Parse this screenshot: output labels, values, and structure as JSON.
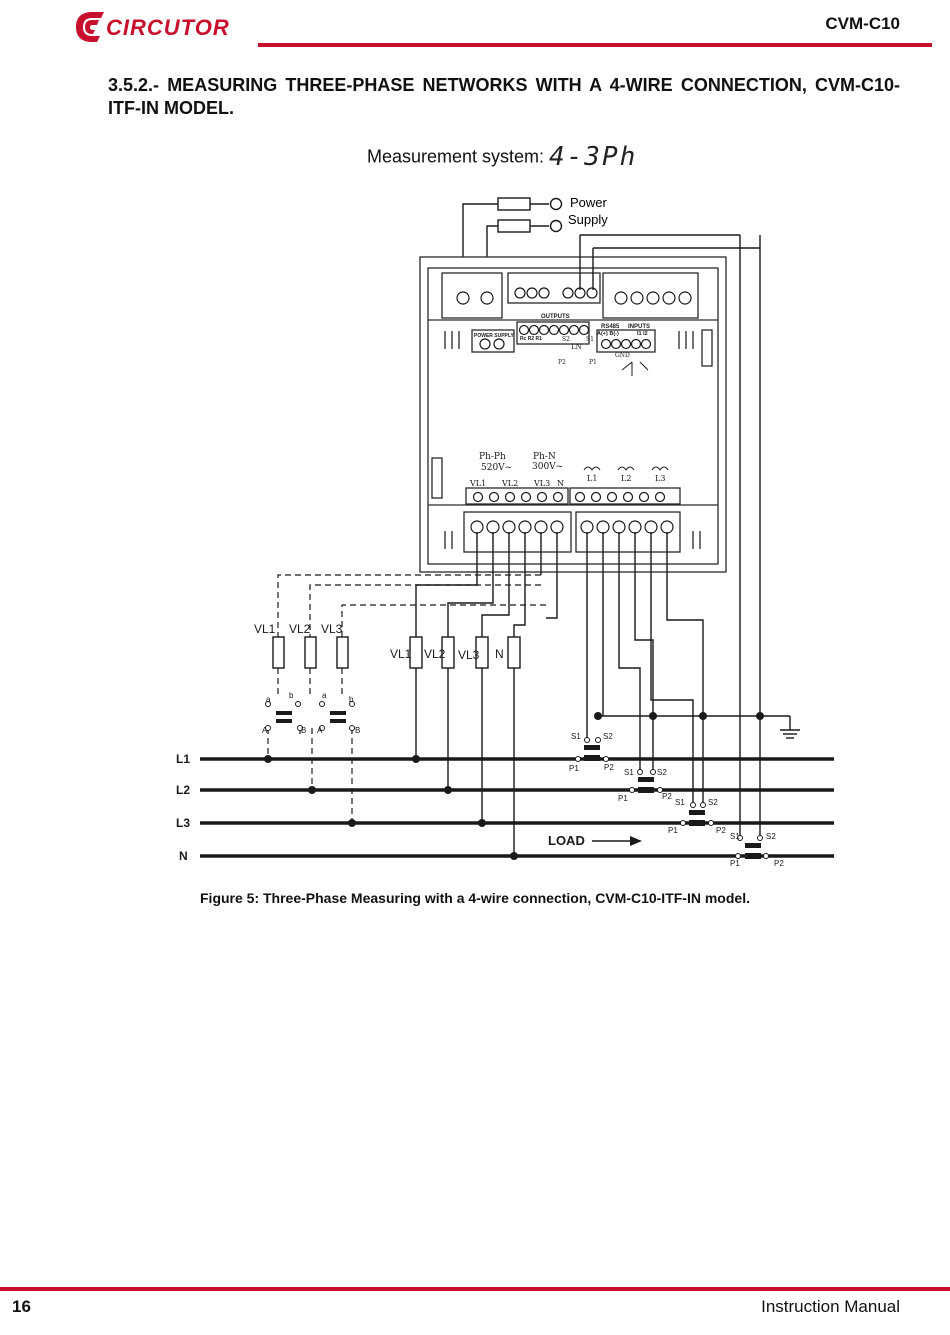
{
  "header": {
    "brand": "CIRCUTOR",
    "doc_code": "CVM-C10",
    "brand_color": "#c8102e"
  },
  "section": {
    "title": "3.5.2.- MEASURING THREE-PHASE NETWORKS WITH A 4-WIRE CONNECTION, CVM-C10-ITF-IN MODEL."
  },
  "measurement": {
    "label": "Measurement system:",
    "display_value": "4-3Ph"
  },
  "diagram": {
    "power_supply": "Power Supply",
    "power_supply_l1": "Power",
    "power_supply_l2": "Supply",
    "outputs": "OUTPUTS",
    "power_supply_block": "POWER SUPPLY",
    "relay_labels": "Rc  R2  R1",
    "rs485": "RS485",
    "rs485_pins": "A(+) B(-)",
    "inputs": "INPUTS",
    "inputs_pins": "I1  I2",
    "gnd": "GND",
    "ln": "LN",
    "ph_ph": "Ph-Ph",
    "ph_ph_v": "520V~",
    "ph_n": "Ph-N",
    "ph_n_v": "300V~",
    "terminal_vl1": "VL1",
    "terminal_vl2": "VL2",
    "terminal_vl3": "VL3",
    "terminal_n": "N",
    "ct_l1": "L1",
    "ct_l2": "L2",
    "ct_l3": "L3",
    "lines": [
      "L1",
      "L2",
      "L3",
      "N"
    ],
    "load": "LOAD",
    "fuse_vl1": "VL1",
    "fuse_vl2": "VL2",
    "fuse_vl3": "VL3",
    "fuse_n": "N",
    "s1": "S1",
    "s2": "S2",
    "p1": "P1",
    "p2": "P2",
    "pt_a_small": "a",
    "pt_b_small": "b",
    "pt_a": "A",
    "pt_b": "B"
  },
  "figure": {
    "caption": "Figure 5: Three-Phase Measuring with a 4-wire connection, CVM-C10-ITF-IN model."
  },
  "footer": {
    "page_number": "16",
    "manual": "Instruction Manual"
  }
}
